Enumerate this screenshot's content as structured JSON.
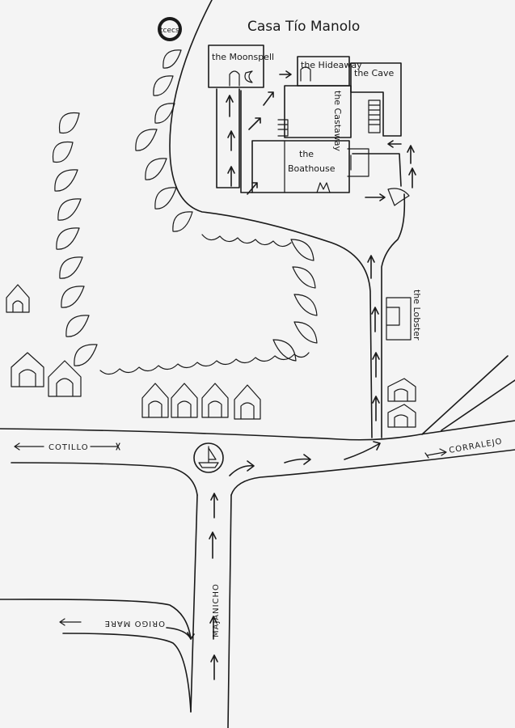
{
  "map": {
    "title": "Casa Tío Manolo",
    "logo_text": "tcecs",
    "buildings": {
      "moonspell": "the Moonspell",
      "hideaway": "the Hideaway",
      "cave": "the Cave",
      "castaway": "the Castaway",
      "boathouse_line1": "the",
      "boathouse_line2": "Boathouse",
      "lobster": "the Lobster"
    },
    "roads": {
      "cotillo": "COTILLO",
      "corralejo": "CORRALEJO",
      "majanicho": "MAJANICHO",
      "origo_mare": "ORIGO MARE"
    },
    "colors": {
      "ink": "#1a1a1a",
      "paper": "#f4f4f4"
    }
  }
}
